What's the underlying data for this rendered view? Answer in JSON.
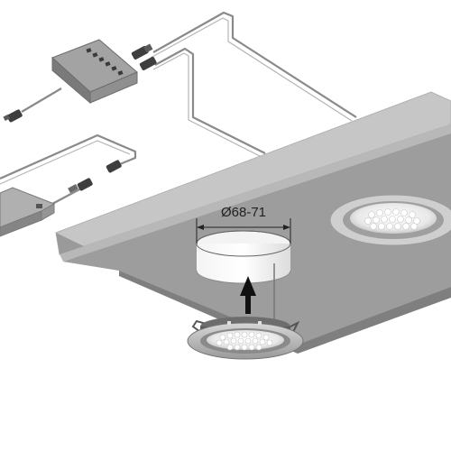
{
  "diagram": {
    "dimension_label": "Ø68-71",
    "colors": {
      "background": "#ffffff",
      "panel_top": "#a9a9a9",
      "panel_front": "#7e7e7e",
      "panel_edge": "#c9c9c9",
      "cable": "#8a8a8a",
      "box": "#8d8d8d",
      "arrow": "#111111",
      "led": "#f2f2f2"
    },
    "components": [
      "distributor-box",
      "power-driver",
      "connector-plug",
      "cabinet-panel",
      "mounting-hole",
      "installed-downlight",
      "downlight-fixture",
      "insertion-arrow"
    ]
  }
}
